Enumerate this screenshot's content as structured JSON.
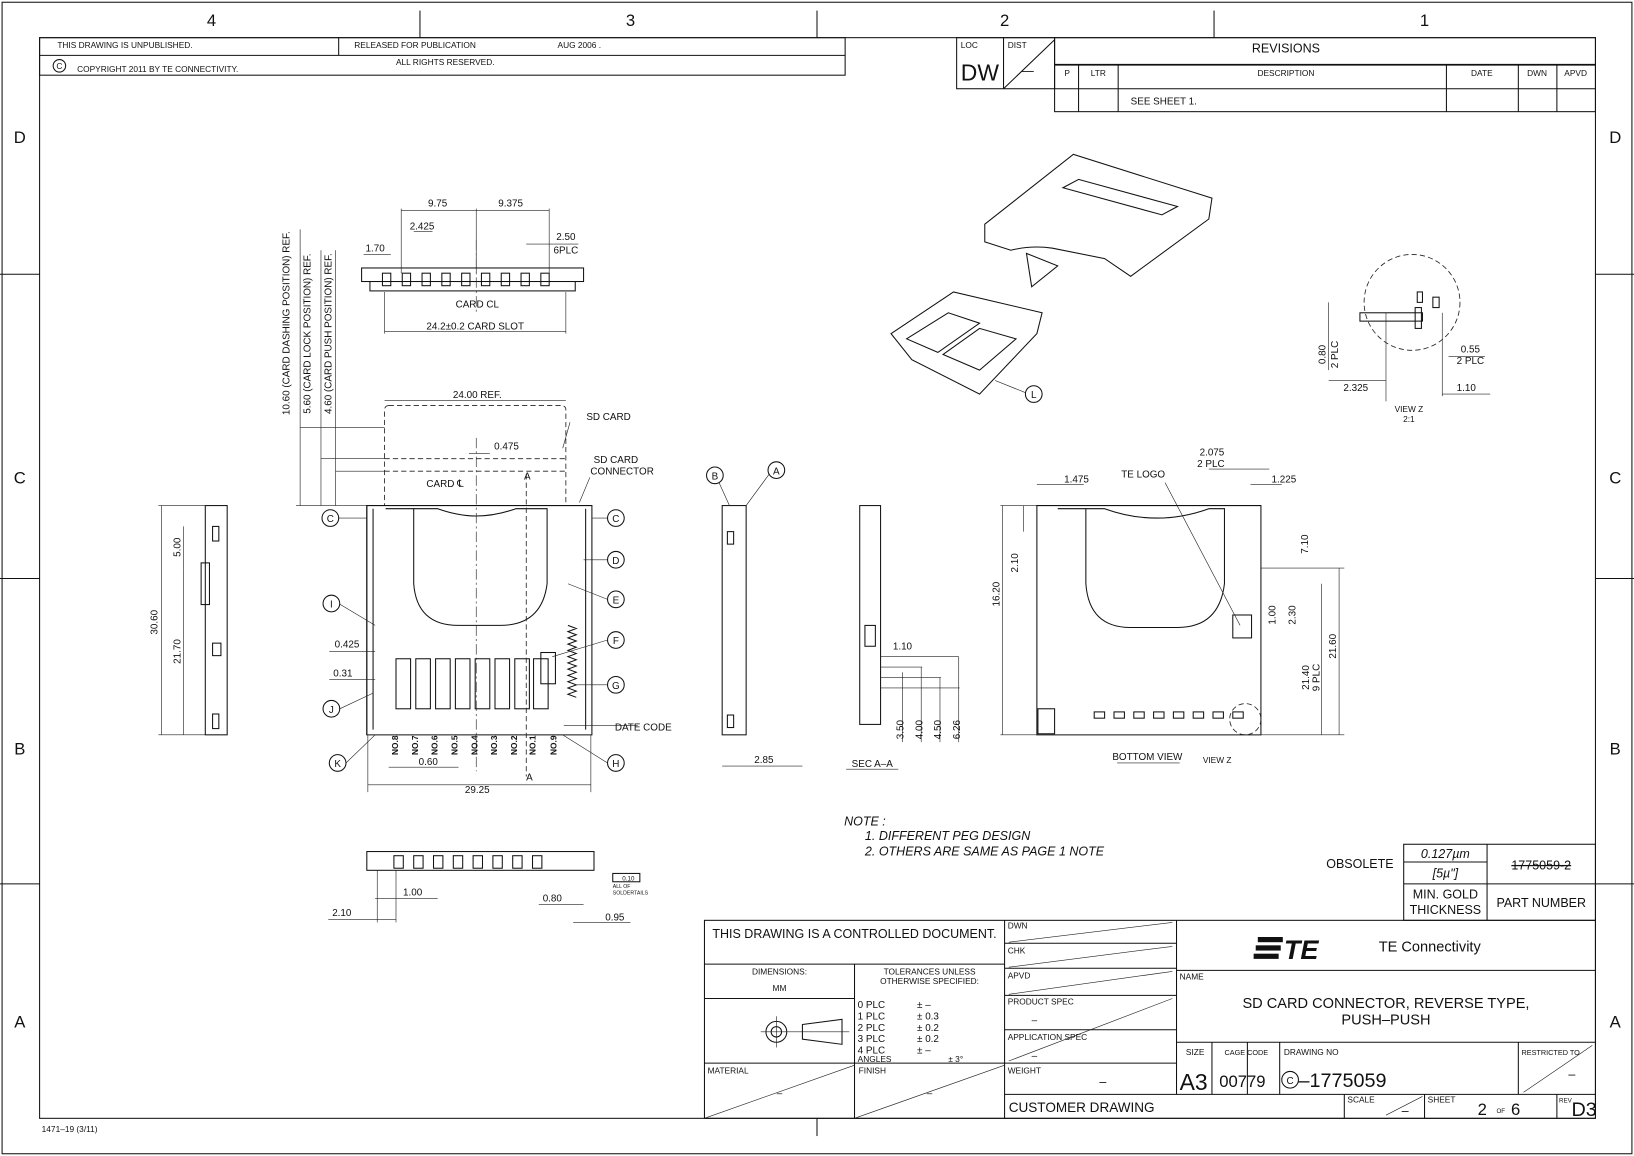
{
  "zones": {
    "cols": [
      "4",
      "3",
      "2",
      "1"
    ],
    "rows": [
      "D",
      "C",
      "B",
      "A"
    ]
  },
  "header": {
    "unpublished": "THIS DRAWING IS UNPUBLISHED.",
    "released": "RELEASED FOR PUBLICATION",
    "release_date": "AUG 2006 .",
    "copyright_symbol": "C",
    "copyright": "COPYRIGHT   2011     BY TE CONNECTIVITY.",
    "rights": "ALL RIGHTS RESERVED."
  },
  "revisions": {
    "loc_label": "LOC",
    "loc_value": "DW",
    "dist_label": "DIST",
    "dist_value": "—",
    "title": "REVISIONS",
    "columns": [
      "P",
      "LTR",
      "DESCRIPTION",
      "DATE",
      "DWN",
      "APVD"
    ],
    "rows": [
      {
        "description": "SEE SHEET 1."
      }
    ]
  },
  "dims": [
    "9.75",
    "9.375",
    "2.425",
    "1.70",
    "2.50",
    "6PLC",
    "CARD CL",
    "24.2±0.2 CARD SLOT",
    "10.60 (CARD DASHING POSITION) REF.",
    "5.60 (CARD LOCK POSITION) REF.",
    "4.60 (CARD PUSH POSITION) REF.",
    "24.00 REF.",
    "SD CARD",
    "0.475",
    "SD CARD",
    "CONNECTOR",
    "CARD ℄",
    "A",
    "5.00",
    "30.60",
    "21.70",
    "0.425",
    "0.31",
    "0.60",
    "29.25",
    "DATE CODE",
    "A",
    "2.85",
    "SEC A–A",
    "1.10",
    "3.50",
    "4.00",
    "4.50",
    "6.26",
    "TE LOGO",
    "1.475",
    "2.075",
    "2 PLC",
    "1.225",
    "16.20",
    "2.10",
    "7.10",
    "1.00",
    "2.30",
    "21.40",
    "9 PLC",
    "21.60",
    "BOTTOM VIEW",
    "VIEW Z",
    "0.80",
    "2 PLC",
    "0.55",
    "2 PLC",
    "2.325",
    "1.10",
    "VIEW Z",
    "2:1",
    "1.00",
    "0.80",
    "2.10",
    "0.95",
    "0.10",
    "ALL OF",
    "SOLDERTAILS"
  ],
  "pins": [
    "NO.8",
    "NO.7",
    "NO.6",
    "NO.5",
    "NO.4",
    "NO.3",
    "NO.2",
    "NO.1",
    "NO.9"
  ],
  "callouts": [
    "C",
    "C",
    "D",
    "E",
    "F",
    "G",
    "H",
    "I",
    "J",
    "K",
    "A",
    "B",
    "L"
  ],
  "notes": {
    "title": "NOTE :",
    "items": [
      "1.  DIFFERENT PEG DESIGN",
      "2.  OTHERS ARE SAME AS PAGE 1 NOTE"
    ]
  },
  "obsolete": {
    "label": "OBSOLETE",
    "thickness": "0.127µm",
    "thickness_alt": "[5µ\"]",
    "part_number": "1775059-2",
    "min_gold_1": "MIN. GOLD",
    "min_gold_2": "THICKNESS",
    "part_number_label": "PART NUMBER"
  },
  "title_block": {
    "controlled": "THIS DRAWING IS A CONTROLLED DOCUMENT.",
    "dimensions_label": "DIMENSIONS:",
    "dimensions_unit": "MM",
    "tolerances_1": "TOLERANCES UNLESS",
    "tolerances_2": "OTHERWISE SPECIFIED:",
    "tolerances": [
      [
        "0  PLC",
        "± –"
      ],
      [
        "1  PLC",
        "± 0.3"
      ],
      [
        "2  PLC",
        "± 0.2"
      ],
      [
        "3  PLC",
        "± 0.2"
      ],
      [
        "4  PLC",
        "± –"
      ]
    ],
    "angles_label": "ANGLES",
    "angles_value": "± 3°",
    "material_label": "MATERIAL",
    "material_value": "–",
    "finish_label": "FINISH",
    "finish_value": "–",
    "dwn": "DWN",
    "chk": "CHK",
    "apvd": "APVD",
    "product_spec": "PRODUCT SPEC",
    "product_spec_value": "–",
    "application_spec": "APPLICATION SPEC",
    "application_spec_value": "–",
    "weight": "WEIGHT",
    "weight_value": "–",
    "company_logo": "TE",
    "company": "TE Connectivity",
    "name_label": "NAME",
    "name_1": "SD CARD CONNECTOR, REVERSE TYPE,",
    "name_2": "PUSH–PUSH",
    "size_label": "SIZE",
    "size": "A3",
    "cage_label": "CAGE CODE",
    "cage": "00779",
    "drawing_no_label": "DRAWING NO",
    "drawing_prefix": "C",
    "drawing_no": "–1775059",
    "restricted_label": "RESTRICTED TO",
    "restricted_value": "–",
    "customer_drawing": "CUSTOMER DRAWING",
    "scale_label": "SCALE",
    "scale_value": "–",
    "sheet_label": "SHEET",
    "sheet": "2",
    "of": "OF",
    "sheets": "6",
    "rev_label": "REV",
    "rev": "D3"
  },
  "footer": {
    "form_id": "1471–19   (3/11)"
  }
}
